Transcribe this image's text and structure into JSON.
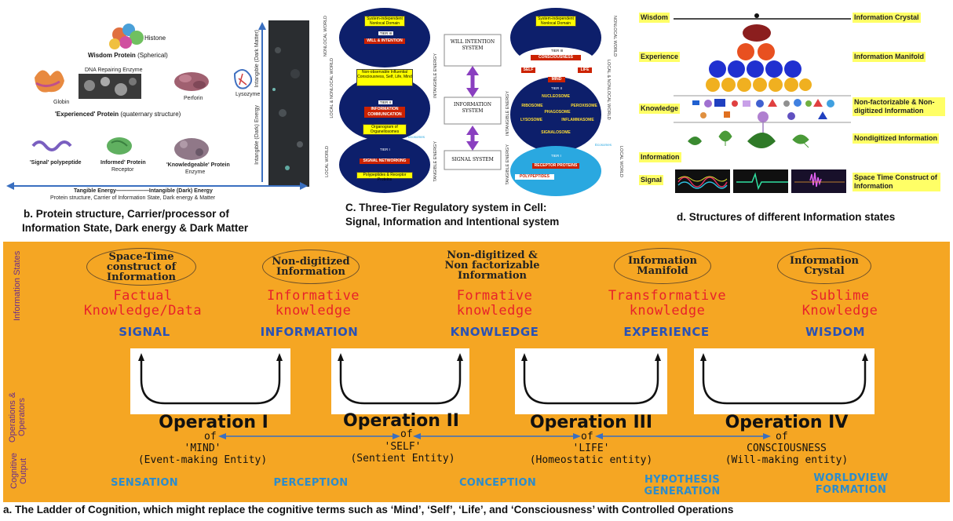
{
  "panel_b": {
    "histone": "Histone",
    "wisdom_protein": "Wisdom Protein",
    "wisdom_protein_note": "(Spherical)",
    "dna_repair": "DNA Repairing Enzyme",
    "globin": "Globin",
    "perforin": "Perforin",
    "lysozyme": "Lysozyme",
    "experienced_protein": "'Experienced' Protein",
    "experienced_note": "(quaternary structure)",
    "signal_polypeptide": "'Signal' polypeptide",
    "informed_protein": "Informed' Protein",
    "receptor": "Receptor",
    "knowledgeable_protein": "'Knowledgeable' Protein",
    "enzyme": "Enzyme",
    "axis_bottom": "Tangible Energy——————Intangible (Dark) Energy",
    "axis_bottom_sub": "Protein structure, Carrier of Information State, Dark energy & Matter",
    "axis_vertical": "Intangible (Dark) Energy",
    "axis_vertical_top": "Intangible (Dark Matter)",
    "caption_line1": "b. Protein structure, Carrier/processor of",
    "caption_line2": "Information State, Dark energy & Dark Matter"
  },
  "panel_c": {
    "left": {
      "top_dome": "System-independent Nonlocal Domain",
      "tier3": "TIER III",
      "will": "WILL & INTENTION",
      "nonobservable": "Non-observable Influential Consciousness, Self, Life, Mind",
      "tier2": "TIER II",
      "info_comm": "INFORMATION COMMUNICATION",
      "organogram": "Organogram of Organellosomes",
      "tier1": "TIER I",
      "signal_net": "SIGNAL NETWORKING",
      "polypeptides": "Polypeptides & Receptor Proteins",
      "ecosomes": "Ecosomes"
    },
    "middle": {
      "will_system": "WILL INTENTION SYSTEM",
      "info_system": "INFORMATION SYSTEM",
      "signal_system": "SIGNAL SYSTEM"
    },
    "right": {
      "top_dome": "System-independent Nonlocal Domain",
      "tier3": "TIER III",
      "consciousness": "CONSCIOUSNESS",
      "self": "SELF",
      "life": "LIFE",
      "mind": "MIND",
      "tier2": "TIER II",
      "nucleosome": "NUCLEOSOME",
      "ribosome": "RIBOSOME",
      "phagosome": "PHAGOSOME",
      "peroxisome": "PEROXISOME",
      "lysosome": "LYSOSOME",
      "inflammasome": "INFLAMMASOME",
      "signalosome": "SIGNALOSOME",
      "tier1": "TIER I",
      "receptor_proteins": "RECEPTOR PROTEINS",
      "polypeptides": "POLYPEPTIDES",
      "ecosomes": "Ecosomes"
    },
    "side_left_1": "NONLOCAL WORLD",
    "side_left_2": "LOCAL & NONLOCAL WORLD",
    "side_left_3": "LOCAL WORLD",
    "side_mid_1": "INTANGIBLE ENERGY",
    "side_mid_2": "TANGIBLE ENERGY",
    "side_right_1": "INTANGIBLE ENERGY",
    "side_right_2": "TANGIBLE ENERGY",
    "side_far_1": "NONLOCAL WORLD",
    "side_far_2": "LOCAL & NONLOCAL WORLD",
    "side_far_3": "LOCAL WORLD",
    "caption_line1": "C. Three-Tier Regulatory system in Cell:",
    "caption_line2": "Signal, Information and Intentional system"
  },
  "panel_d": {
    "left_labels": [
      "Wisdom",
      "Experience",
      "Knowledge",
      "Information",
      "Signal"
    ],
    "right_labels": [
      "Information Crystal",
      "Information Manifold",
      "Non-factorizable & Non-digitized Information",
      "Nondigitized Information",
      "Space Time Construct of Information"
    ],
    "caption": "d. Structures of different Information states"
  },
  "panel_a": {
    "side_info": "Information States",
    "side_ops": "Operations & Operators",
    "side_output": "Cognitive Output",
    "columns": [
      {
        "state": "Space-Time construct of Information",
        "hand": "Factual Knowledge/Data",
        "stage": "SIGNAL",
        "output": "SENSATION"
      },
      {
        "state": "Non-digitized Information",
        "hand": "Informative knowledge",
        "stage": "INFORMATION",
        "output": "PERCEPTION"
      },
      {
        "state": "Non-digitized & Non factorizable Information",
        "hand": "Formative knowledge",
        "stage": "KNOWLEDGE",
        "output": "CONCEPTION"
      },
      {
        "state": "Information Manifold",
        "hand": "Transformative knowledge",
        "stage": "EXPERIENCE",
        "output": "HYPOTHESIS GENERATION"
      },
      {
        "state": "Information Crystal",
        "hand": "Sublime Knowledge",
        "stage": "WISDOM",
        "output": "WORLDVIEW FORMATION"
      }
    ],
    "operations": [
      {
        "title": "Operation  I"
      },
      {
        "title": "Operation  II"
      },
      {
        "title": "Operation  III"
      },
      {
        "title": "Operation  IV"
      }
    ],
    "of_label": "of",
    "entities": [
      {
        "name": "'MIND'",
        "desc": "(Event-making Entity)"
      },
      {
        "name": "'SELF'",
        "desc": "(Sentient Entity)"
      },
      {
        "name": "'LIFE'",
        "desc": "(Homeostatic entity)"
      },
      {
        "name": "CONSCIOUSNESS",
        "desc": "(Will-making entity)"
      }
    ],
    "caption": "a. The Ladder of Cognition, which might replace the cognitive terms such as ‘Mind’, ‘Self’, ‘Life’, and ‘Consciousness’ with Controlled Operations"
  },
  "colors": {
    "panel_a_bg": "#f5a623",
    "handwritten_red": "#e8222a",
    "stage_blue": "#2a52b5",
    "output_blue": "#2c8ccc",
    "side_purple": "#6a2c8a",
    "panel_c_navy": "#0d1f6b",
    "highlight_yellow": "#ffff66"
  }
}
